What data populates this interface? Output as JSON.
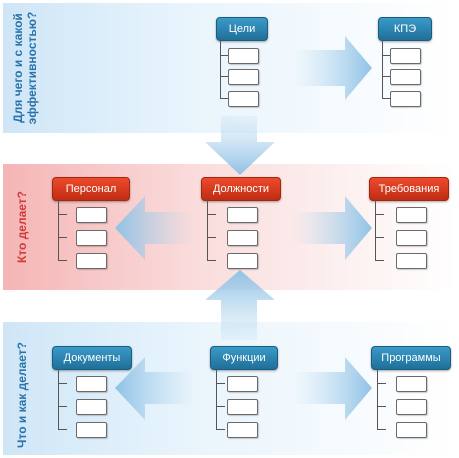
{
  "rows": {
    "top": {
      "label": "Для чего и с какой\nэффективностью?"
    },
    "middle": {
      "label": "Кто делает?"
    },
    "bottom": {
      "label": "Что и как делает?"
    }
  },
  "nodes": {
    "goals": "Цели",
    "kpi": "КПЭ",
    "personnel": "Персонал",
    "positions": "Должности",
    "requirements": "Требования",
    "documents": "Документы",
    "functions": "Функции",
    "programs": "Программы"
  },
  "colors": {
    "blue_node": "#2a83b3",
    "red_node": "#d63a1c",
    "top_band": "#cfe6f7",
    "middle_band": "#f5b5b5",
    "bottom_band": "#cfe6f7"
  }
}
